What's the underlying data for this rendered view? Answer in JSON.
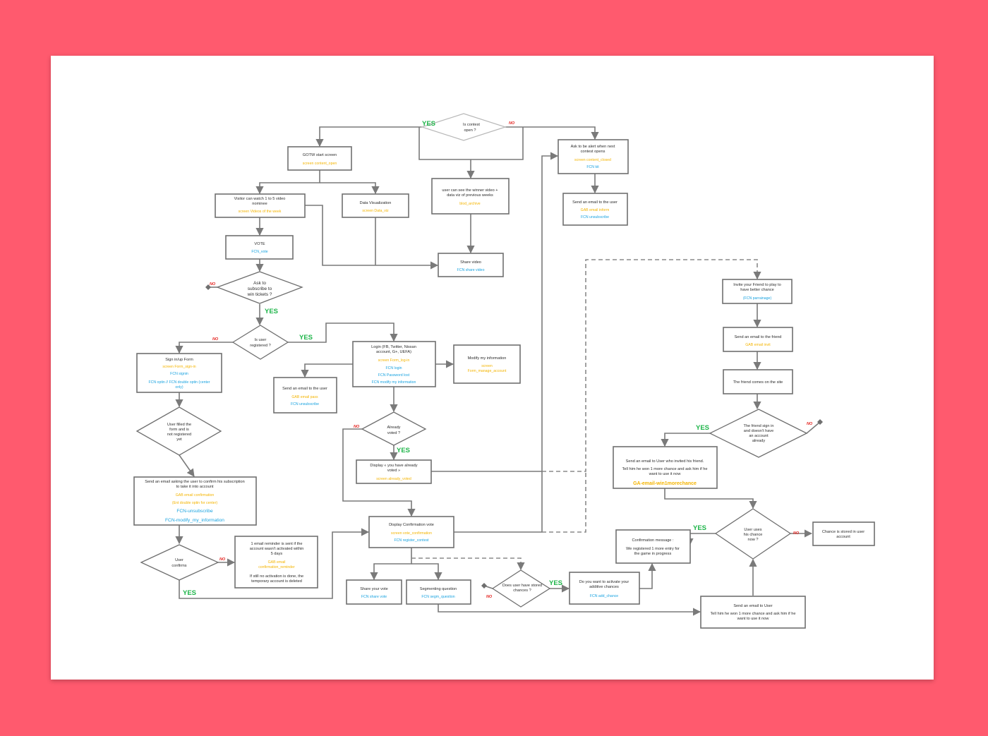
{
  "colors": {
    "background": "#ff5a6e",
    "sheet": "#ffffff",
    "screen_text": "#f4b400",
    "function_text": "#1aa3e0",
    "yes": "#1fb54a",
    "no": "#e52521"
  },
  "edge_labels": {
    "yes": "YES",
    "no": "NO"
  },
  "nodes": {
    "contest_open": {
      "lines": [
        "Is contest",
        "open ?"
      ]
    },
    "gotw_start": {
      "title": "GOTW start screen",
      "screen": "screen content_open"
    },
    "winner_video": {
      "lines": [
        "user can see the winner video +",
        "data viz of previous weeks"
      ],
      "screen": "blod_archive"
    },
    "alert_next": {
      "lines": [
        "Ask to be alert when next",
        "contest opens"
      ],
      "screen": "screen content_closed",
      "fcn": "FCN kit"
    },
    "email_inform": {
      "title": "Send an email to the user",
      "gab": "GAB email inform",
      "fcn": "FCN unsubscribe"
    },
    "visitor_watch": {
      "lines": [
        "Visitor can watch 1 to 5 video",
        "nominee"
      ],
      "screen": "screen Videos of the week"
    },
    "data_viz": {
      "title": "Data Visualization",
      "screen": "screen Data_viz"
    },
    "vote": {
      "title": "VOTE",
      "fcn": "FCN_vote"
    },
    "share_video": {
      "title": "Share video",
      "fcn": "FCN share video"
    },
    "ask_subscribe": {
      "lines": [
        "Ask to",
        "subscribe to",
        "win tickets ?"
      ]
    },
    "user_registered": {
      "lines": [
        "Is user",
        "registered ?"
      ]
    },
    "sign_up": {
      "title": "Sign in/up Form",
      "screen": "screen Form_sign-in",
      "fcn": "FCN signin",
      "fcn2": [
        "FCN optin // FCN double optin (center",
        "only)"
      ]
    },
    "login": {
      "lines": [
        "Login (FB, Twitter, Nissan",
        "account, G+, UEFA)"
      ],
      "screen": "screen Form_log-in",
      "fcn": [
        "FCN login",
        "FCN Password lost",
        "FCN modify my information"
      ]
    },
    "modify_info": {
      "title": "Modify my information",
      "screen": [
        "screen",
        "Form_manage_account"
      ]
    },
    "email_user_pass": {
      "title": "Send an email to the user",
      "gab": "GAB email pass",
      "fcn": "FCN unsubscribe"
    },
    "filled_form": {
      "lines": [
        "User filled the",
        "form and is",
        "not registered",
        "yet"
      ]
    },
    "already_voted": {
      "lines": [
        "Already",
        "voted ?"
      ]
    },
    "display_voted": {
      "lines": [
        "Display « you have already",
        "voted »"
      ],
      "screen": "screen already_voted"
    },
    "confirm_email": {
      "lines": [
        "Send an email asking the user to confirm his subscription",
        "to take it into account"
      ],
      "gab": "GAB email confirmation",
      "note": "(Ent double optin for center)",
      "fcn": "FCN-unsubscribe",
      "fcn2": "FCN-modify_my_information"
    },
    "user_confirms": {
      "lines": [
        "User",
        "confirms"
      ]
    },
    "reminder": {
      "lines": [
        "1 email reminder is sent if the",
        "account wasn't activated within",
        "5 days"
      ],
      "gab": [
        "GAB email",
        "confirmation_reminder"
      ],
      "lines2": [
        "If still no activation is done, the",
        "temporary account is deleted"
      ]
    },
    "display_confirmation": {
      "title": "Display Confirmation vote",
      "screen": "screen vote_confirmation",
      "fcn": "FCN register_contest"
    },
    "share_vote": {
      "title": "Share your vote",
      "fcn": "FCN share vote"
    },
    "segmenting": {
      "title": "Segmenting question",
      "fcn": "FCN segm_question"
    },
    "stored_chances": {
      "lines": [
        "Does user have stored",
        "chances ?"
      ]
    },
    "activate_chances": {
      "lines": [
        "Do you want to activate your",
        "additive chances"
      ],
      "fcn": "FCN add_chance"
    },
    "invite_friend": {
      "lines": [
        "Invite your Friend to play to",
        "have better chance"
      ],
      "fcn": "(FCN parrainage)"
    },
    "email_friend": {
      "title": "Send an email to the friend",
      "gab": "GAB email invit"
    },
    "friend_comes": {
      "title": "The friend comes on the site"
    },
    "friend_signs": {
      "lines": [
        "The friend sign in",
        "and doesn't have",
        "an account",
        "already"
      ]
    },
    "email_invited": {
      "title": "Send an email to User who invited his friend.",
      "lines": [
        "Tell him he won 1 more chance and ask him if he",
        "want to use it now"
      ],
      "gab": "GA-email-win1morechance"
    },
    "uses_chance": {
      "lines": [
        "User uses",
        "his chance",
        "now ?"
      ]
    },
    "chance_stored": {
      "lines": [
        "Chance is stored in user",
        "account"
      ]
    },
    "confirmation_msg": {
      "title": "Confirmation message :",
      "lines": [
        "We registered 1 more entry for",
        "the game in progress"
      ]
    },
    "email_user_chance": {
      "title": "Send an email to User",
      "lines": [
        "Tell him he won 1 more chance and ask him if he",
        "want to use it now"
      ]
    }
  }
}
